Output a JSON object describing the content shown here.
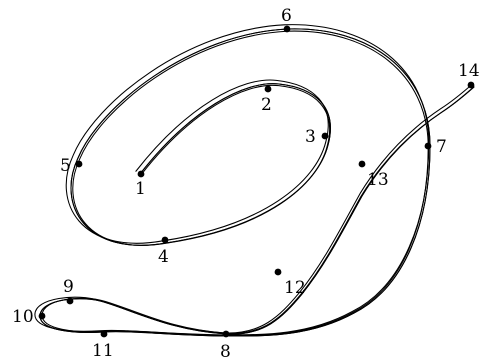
{
  "points": [
    {
      "label": "1"
    },
    {
      "label": "2"
    },
    {
      "label": "3"
    },
    {
      "label": "4"
    },
    {
      "label": "5"
    },
    {
      "label": "6"
    },
    {
      "label": "7"
    },
    {
      "label": "8"
    },
    {
      "label": "9"
    },
    {
      "label": "10"
    },
    {
      "label": "11"
    },
    {
      "label": "12"
    },
    {
      "label": "13"
    },
    {
      "label": "14"
    }
  ]
}
